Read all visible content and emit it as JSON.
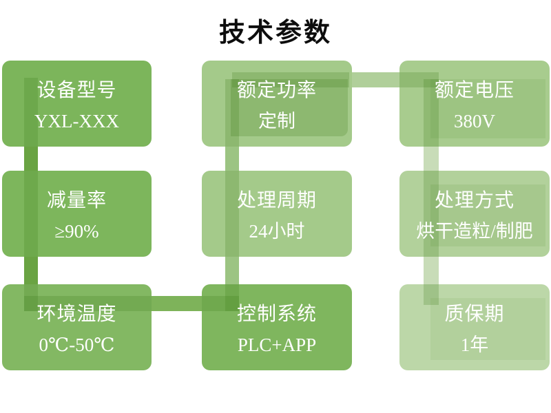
{
  "title": "技术参数",
  "colors": {
    "page_bg": "#ffffff",
    "title_text": "#0d0d0d",
    "card_text": "#ffffff",
    "band_col1": "#6aa343",
    "band_col2": "#9cc483",
    "band_col3": "#c8dcb8",
    "band_top": "#b0cf9a",
    "band_bottom": "#7eb35a"
  },
  "cards": [
    {
      "label": "设备型号",
      "value": "YXL-XXX",
      "color": "#7cb55b"
    },
    {
      "label": "额定功率",
      "value": "定制",
      "color": "#a4ca8a"
    },
    {
      "label": "额定电压",
      "value": "380V",
      "color": "#a8cc8e"
    },
    {
      "label": "减量率",
      "value": "≥90%",
      "color": "#7db65c"
    },
    {
      "label": "处理周期",
      "value": "24小时",
      "color": "#a4ca8a"
    },
    {
      "label": "处理方式",
      "value": "烘干造粒/制肥",
      "color": "#b2d19b"
    },
    {
      "label": "环境温度",
      "value": "0℃-50℃",
      "color": "#83b863"
    },
    {
      "label": "控制系统",
      "value": "PLC+APP",
      "color": "#7fb65e"
    },
    {
      "label": "质保期",
      "value": "1年",
      "color": "#bcd7a8"
    }
  ]
}
